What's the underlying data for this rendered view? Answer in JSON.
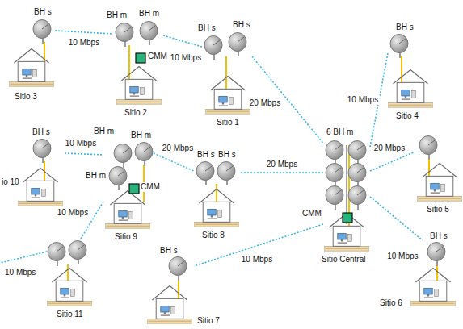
{
  "diagram": {
    "nodes": [
      {
        "text": [
          "Sitio 3"
        ]
      },
      {
        "text": [
          "Sitio 2"
        ]
      },
      {
        "text": [
          "Sitio 1"
        ]
      },
      {
        "text": [
          "Sitio 4"
        ]
      },
      {
        "text": [
          "io 10"
        ]
      },
      {
        "text": [
          "Sitio 9"
        ]
      },
      {
        "text": [
          "Sitio 8"
        ]
      },
      {
        "text": [
          "Sitio 5"
        ]
      },
      {
        "text": [
          "Sitio Central"
        ]
      },
      {
        "text": [
          "Sitio 11"
        ]
      },
      {
        "text": [
          "Sitio 7"
        ]
      },
      {
        "text": [
          "Sitio 6"
        ]
      }
    ],
    "edges": [
      {
        "from": 0,
        "to": 1,
        "arrow": "none",
        "label": "10 Mbps"
      },
      {
        "from": 1,
        "to": 2,
        "arrow": "none",
        "label": "10 Mbps"
      },
      {
        "from": 2,
        "to": 8,
        "arrow": "none",
        "label": "20 Mbps"
      },
      {
        "from": 8,
        "to": 3,
        "arrow": "none",
        "label": "10 Mbps"
      },
      {
        "from": 4,
        "to": 5,
        "arrow": "none",
        "label": "10 Mbps"
      },
      {
        "from": 5,
        "to": 6,
        "arrow": "none",
        "label": "20 Mbps"
      },
      {
        "from": 6,
        "to": 8,
        "arrow": "none",
        "label": "20 Mbps"
      },
      {
        "from": 8,
        "to": 7,
        "arrow": "none",
        "label": "20 Mbps"
      },
      {
        "from": 5,
        "to": 9,
        "arrow": "none",
        "label": "10 Mbps"
      },
      {
        "from": 8,
        "to": 10,
        "arrow": "none",
        "label": "10 Mbps"
      },
      {
        "from": 8,
        "to": 11,
        "arrow": "none",
        "label": "10 Mbps"
      }
    ],
    "labels": [
      "BH s",
      "BH m",
      "BH m",
      "BH s",
      "BH s",
      "BH s",
      "CMM",
      "BH s",
      "BH m",
      "BH m",
      "6 BH m",
      "BH s",
      "BH s",
      "BH m",
      "CMM",
      "CMM",
      "BH s",
      "BH s",
      "10 Mbps"
    ]
  }
}
